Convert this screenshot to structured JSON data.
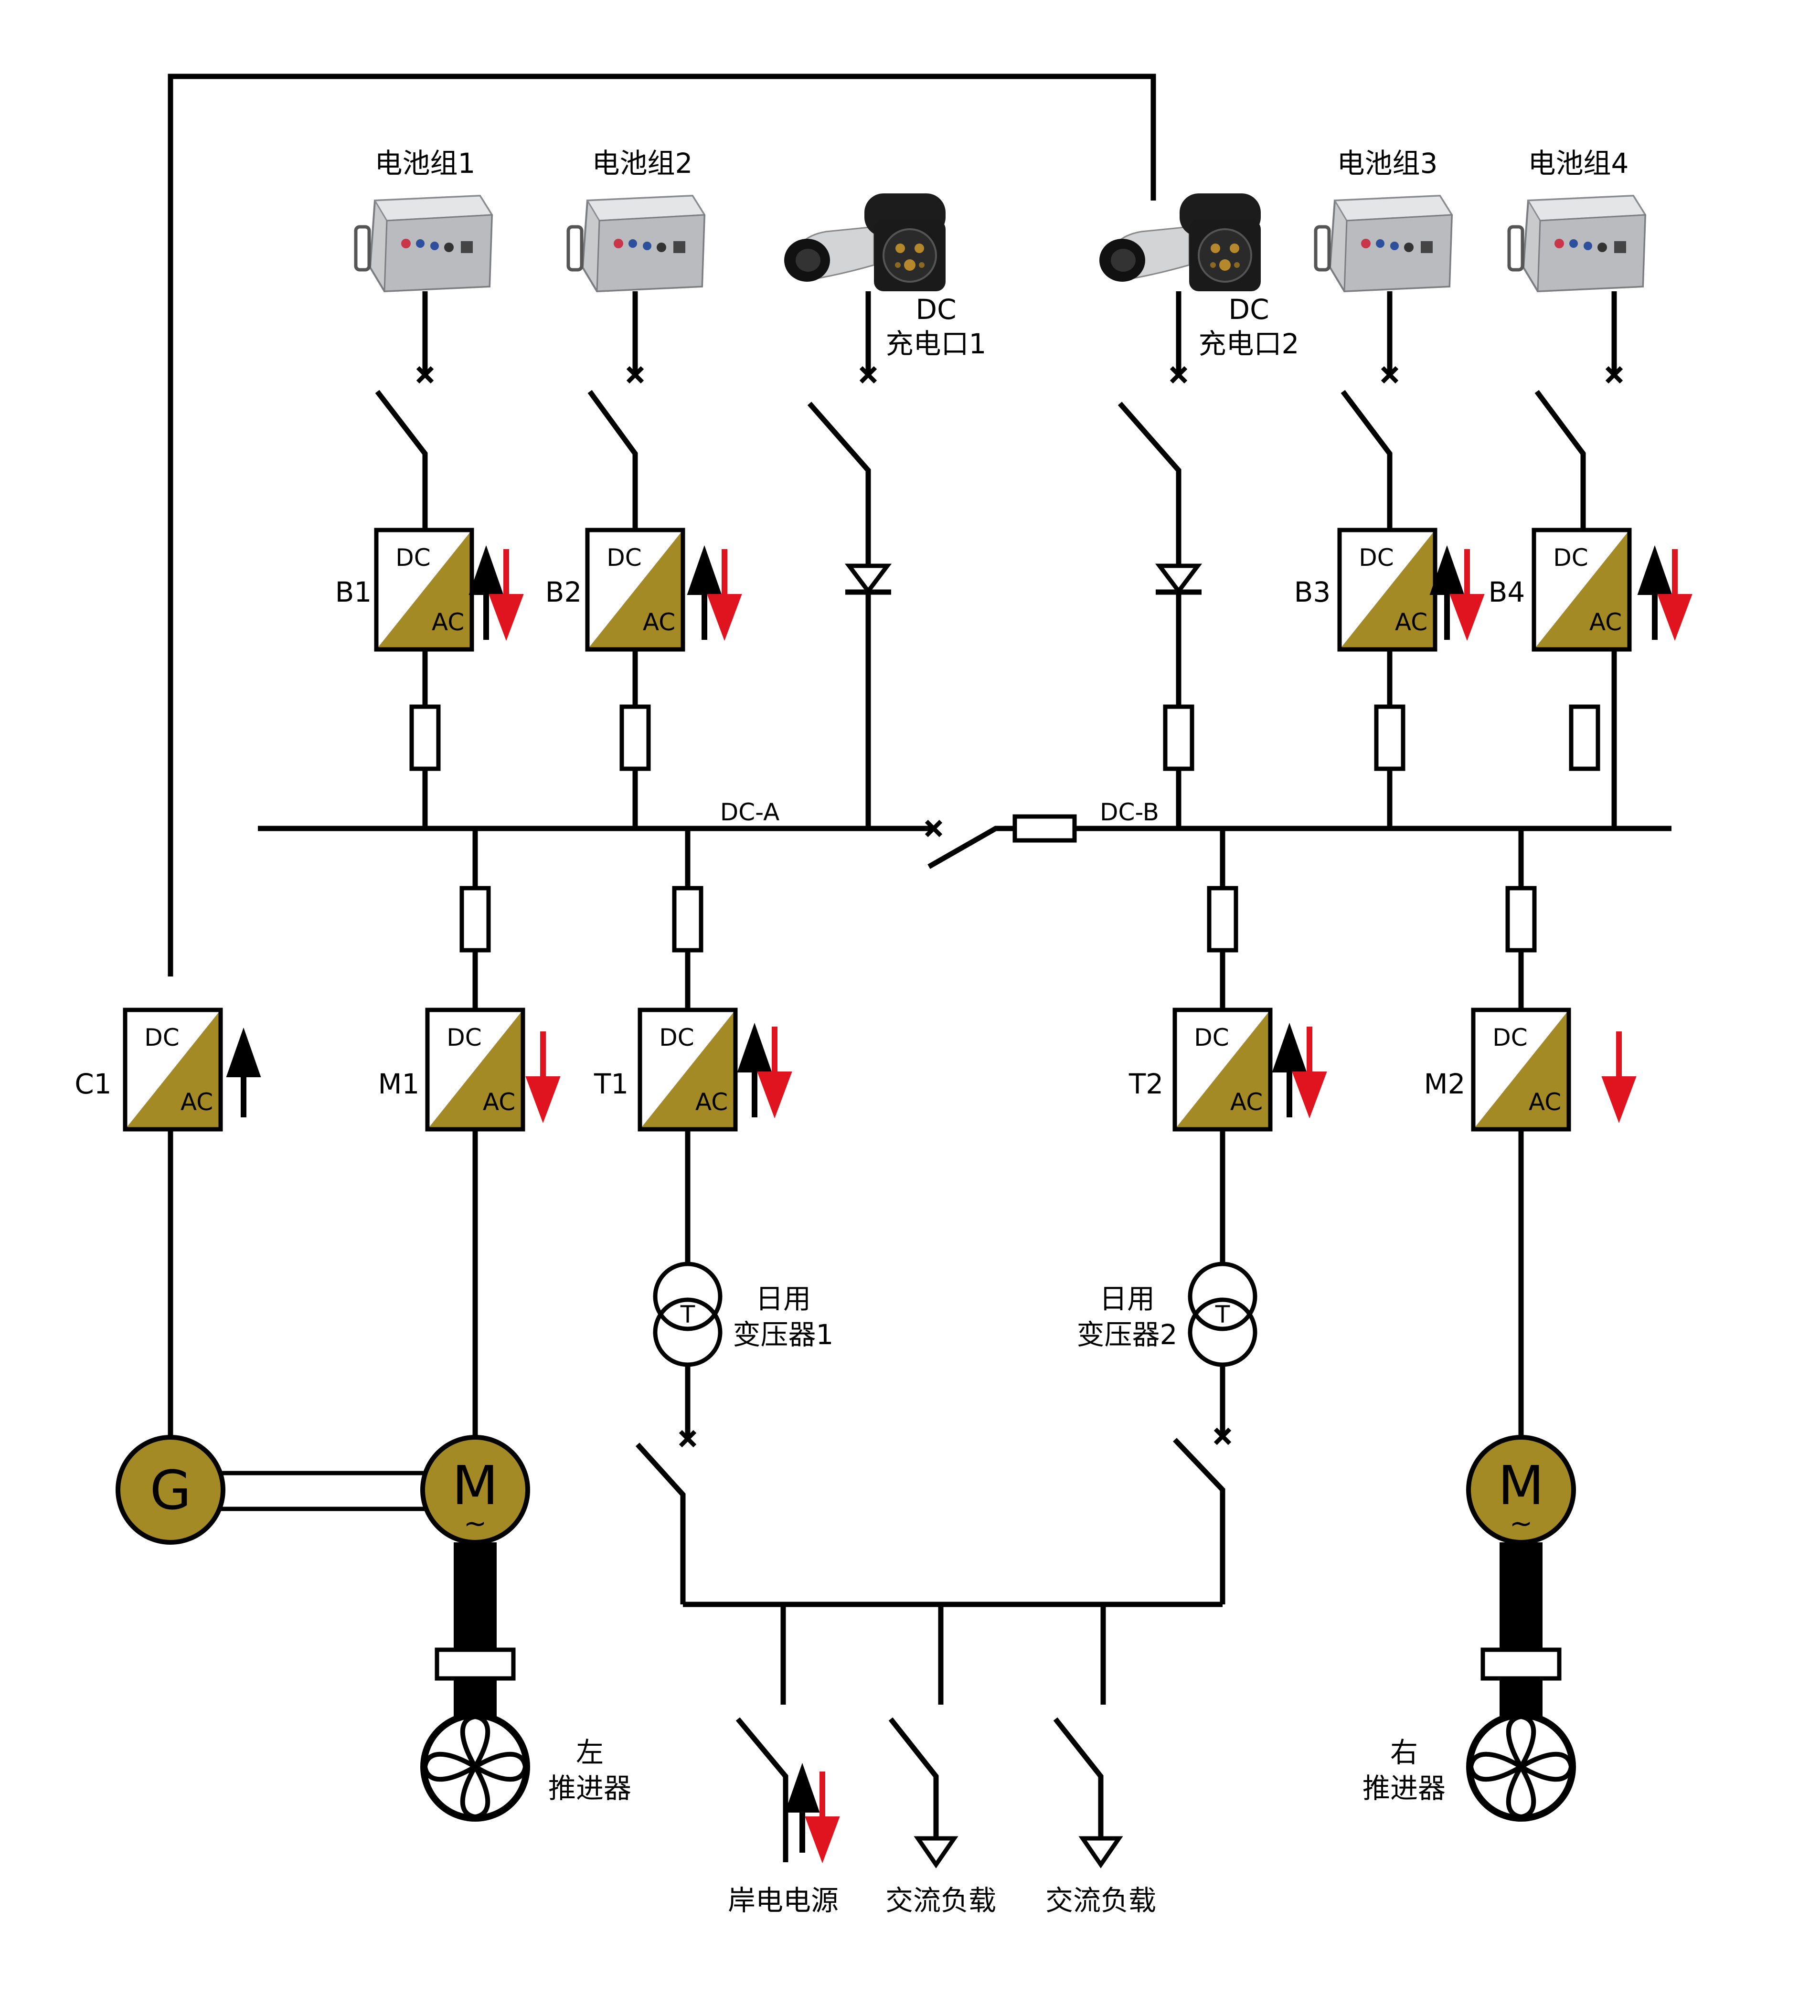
{
  "batteries": [
    {
      "label": "电池组1"
    },
    {
      "label": "电池组2"
    },
    {
      "label": "电池组3"
    },
    {
      "label": "电池组4"
    }
  ],
  "chargers": [
    {
      "line1": "DC",
      "line2": "充电口1"
    },
    {
      "line1": "DC",
      "line2": "充电口2"
    }
  ],
  "converters": {
    "dc": "DC",
    "ac": "AC",
    "labels": {
      "b1": "B1",
      "b2": "B2",
      "b3": "B3",
      "b4": "B4",
      "c1": "C1",
      "m1": "M1",
      "t1": "T1",
      "t2": "T2",
      "m2": "M2"
    }
  },
  "buses": {
    "dc_a": "DC-A",
    "dc_b": "DC-B"
  },
  "transformers": [
    {
      "symbol": "T",
      "line1": "日用",
      "line2": "变压器1"
    },
    {
      "symbol": "T",
      "line1": "日用",
      "line2": "变压器2"
    }
  ],
  "machines": {
    "generator": "G",
    "motor": "M",
    "motor_tilde": "~"
  },
  "propellers": [
    {
      "line1": "左",
      "line2": "推进器"
    },
    {
      "line1": "右",
      "line2": "推进器"
    }
  ],
  "ac_feeders": {
    "shore": "岸电电源",
    "load1": "交流负载",
    "load2": "交流负载"
  },
  "colors": {
    "converter_fill": "#a38a25",
    "arrow_red": "#e0141e",
    "arrow_black": "#000000",
    "machine_fill": "#a38a25"
  }
}
